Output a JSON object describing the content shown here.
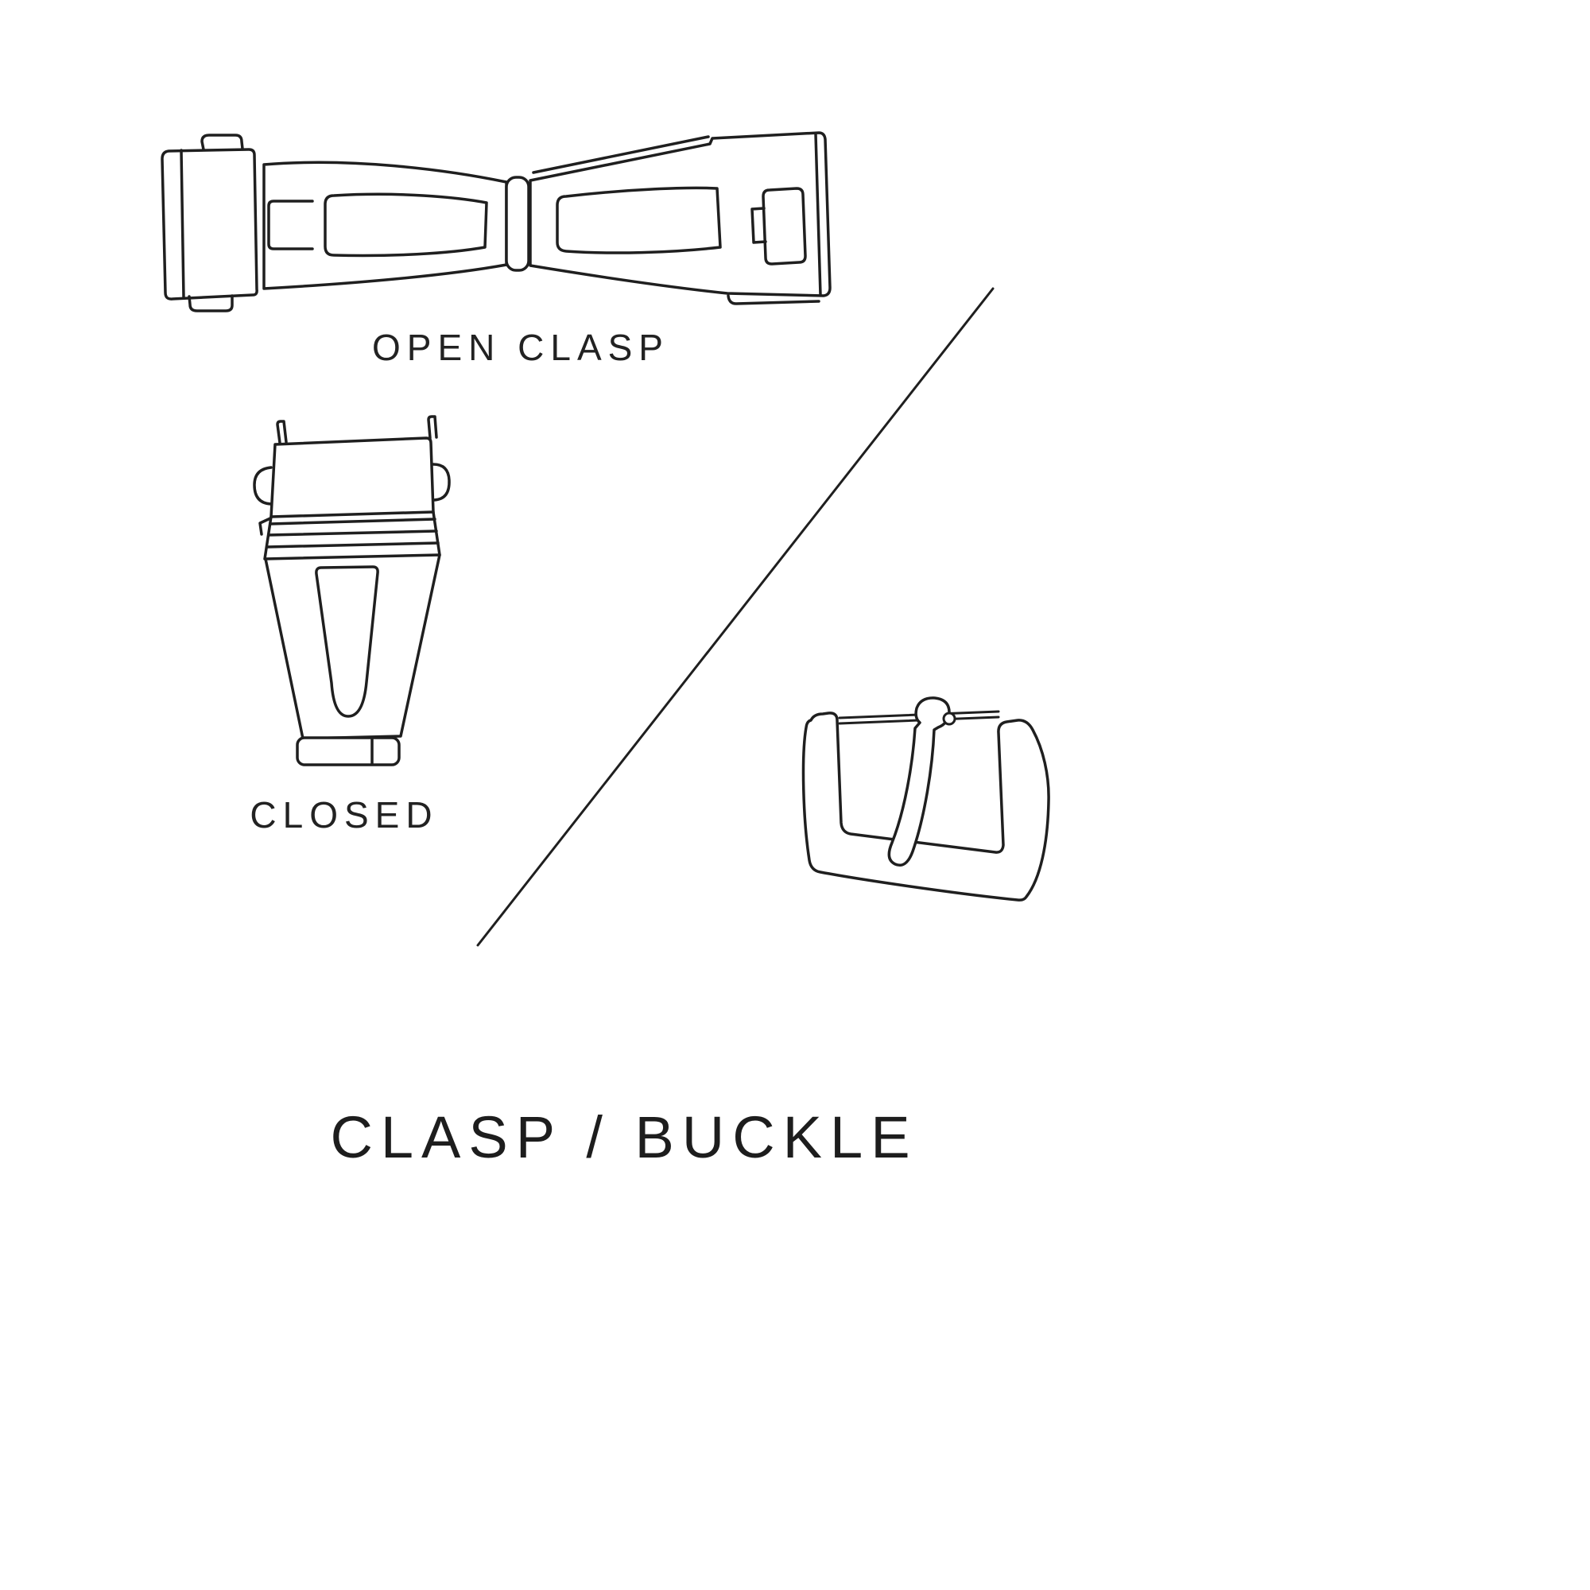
{
  "page": {
    "title": "CLASP / BUCKLE",
    "background_color": "#ffffff",
    "line_color": "#1f1f1f"
  },
  "figures": {
    "open_clasp": {
      "label": "OPEN CLASP"
    },
    "closed_clasp": {
      "label": "CLOSED"
    },
    "buckle": {
      "label": ""
    },
    "divider": {
      "type": "diagonal-line"
    }
  }
}
